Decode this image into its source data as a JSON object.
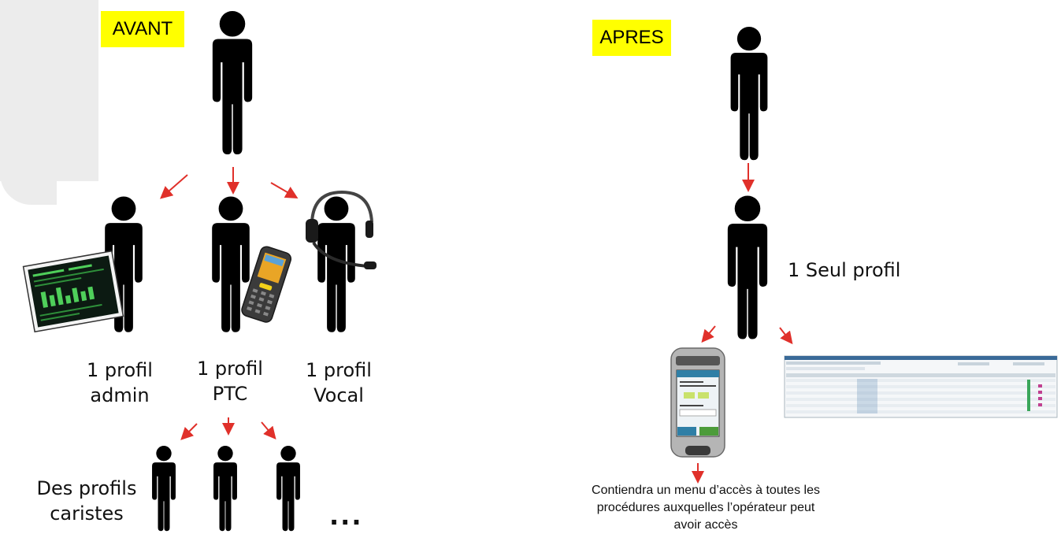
{
  "before": {
    "tag": "AVANT",
    "labels": {
      "admin": "1 profil\nadmin",
      "ptc": "1 profil\nPTC",
      "vocal": "1 profil\nVocal",
      "caristes": "Des profils\ncaristes",
      "ellipsis": "..."
    }
  },
  "after": {
    "tag": "APRES",
    "single_profile": "1 Seul profil",
    "caption": "Contiendra un menu d’accès à toutes les\nprocédures auxquelles l’opérateur peut\navoir accès"
  },
  "colors": {
    "person": "#000000",
    "arrow": "#e0302a",
    "tag_bg": "#ffff00"
  }
}
